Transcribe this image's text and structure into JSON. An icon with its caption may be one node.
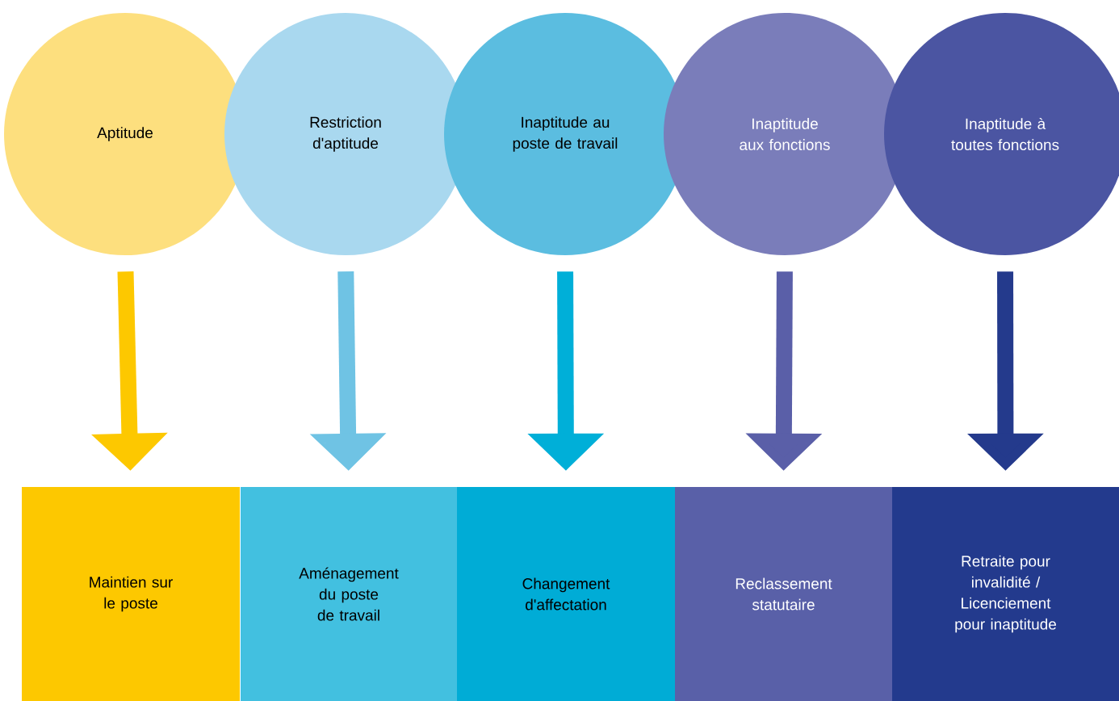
{
  "diagram": {
    "nodes": [
      {
        "text": [
          "Aptitude"
        ]
      },
      {
        "text": [
          "Restriction d'aptitude"
        ]
      },
      {
        "text": [
          "Inaptitude au poste de travail"
        ]
      },
      {
        "text": [
          "Inaptitude aux fonctions"
        ]
      },
      {
        "text": [
          "Inaptitude à toutes fonctions"
        ]
      },
      {
        "text": [
          "Maintien sur le poste"
        ]
      },
      {
        "text": [
          "Aménagement du poste de travail"
        ]
      },
      {
        "text": [
          "Changement d'affectation"
        ]
      },
      {
        "text": [
          "Reclassement statutaire"
        ]
      },
      {
        "text": [
          "Retraite pour invalidité / Licenciement pour inaptitude"
        ]
      }
    ],
    "edges": [
      {
        "from": 0,
        "to": 5,
        "arrow": "to",
        "color": "#fdc800"
      },
      {
        "from": 1,
        "to": 6,
        "arrow": "to",
        "color": "#6fc3e4"
      },
      {
        "from": 2,
        "to": 7,
        "arrow": "to",
        "color": "#00afd8"
      },
      {
        "from": 3,
        "to": 8,
        "arrow": "to",
        "color": "#5a5fa8"
      },
      {
        "from": 4,
        "to": 9,
        "arrow": "to",
        "color": "#243a8c"
      }
    ]
  }
}
